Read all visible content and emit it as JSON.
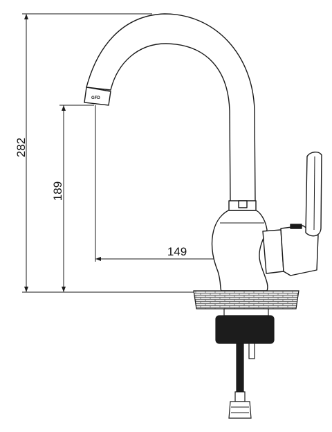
{
  "dimensions": {
    "total_height": "282",
    "spout_height": "189",
    "spout_reach": "149"
  },
  "aerator_logo": "GFD",
  "colors": {
    "line": "#1a1a1a",
    "base_block": "#1c1c1c",
    "countertop_fill": "#cfcfcf"
  }
}
